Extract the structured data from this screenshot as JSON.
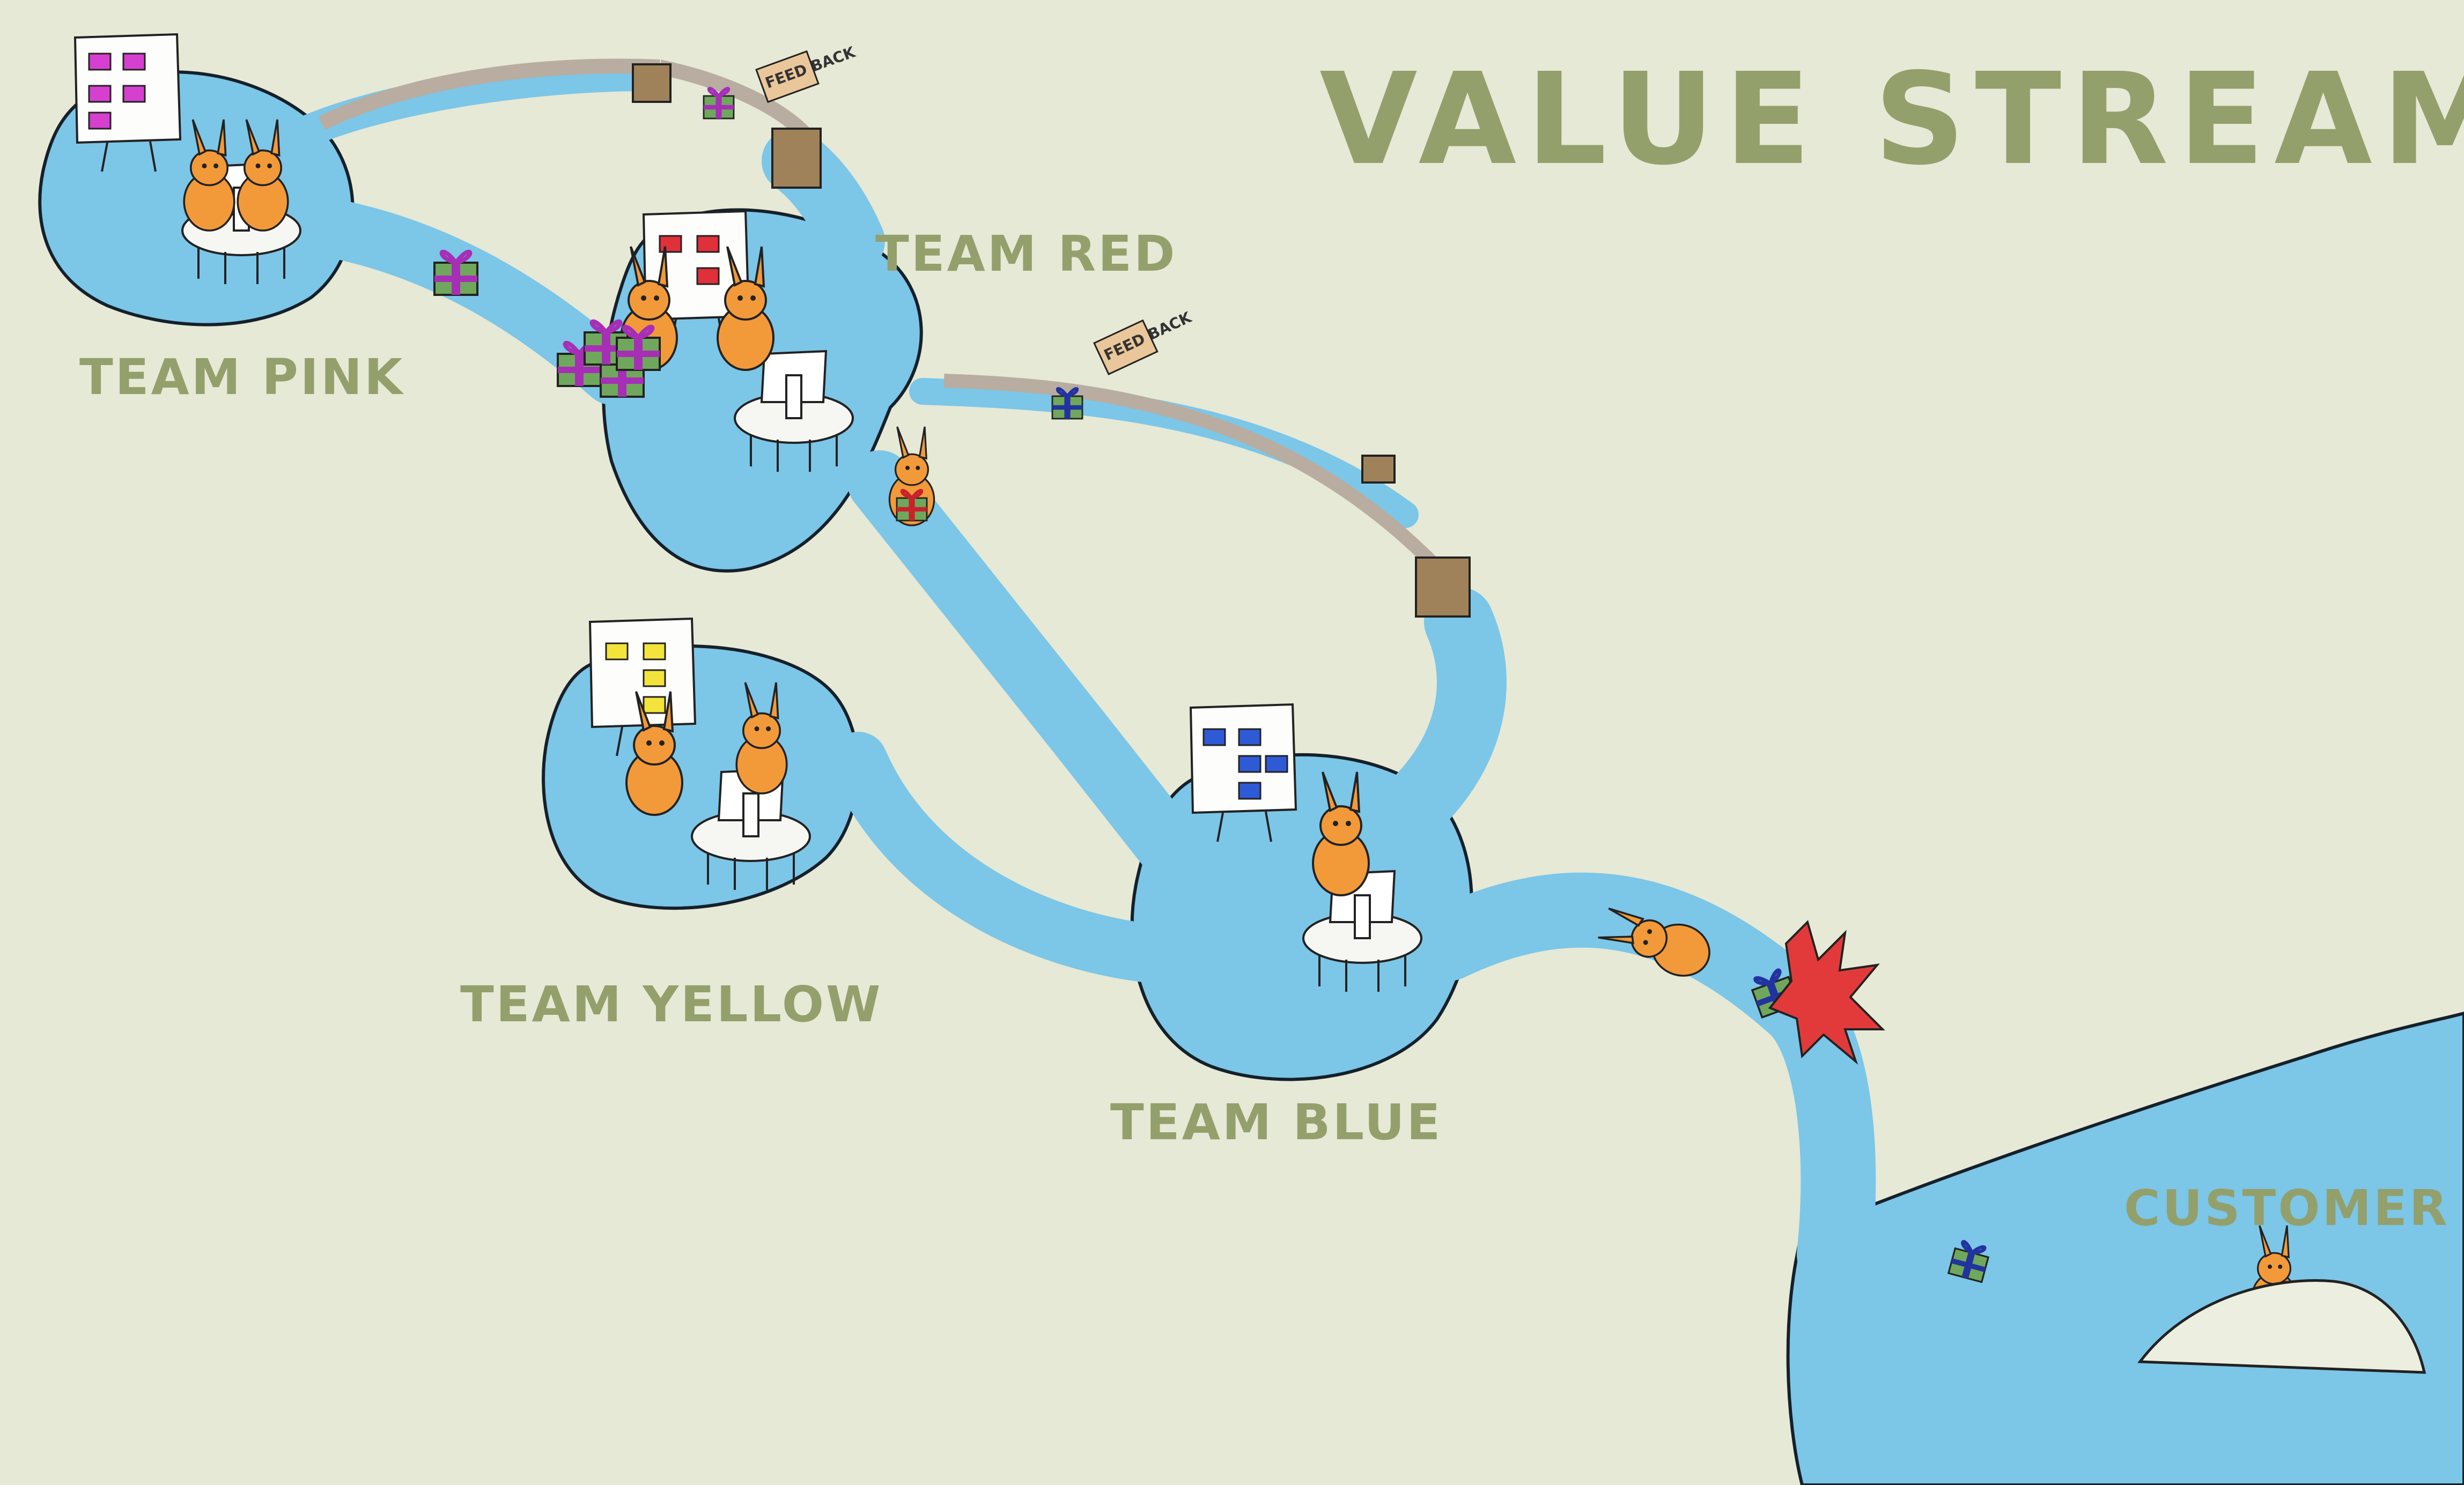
{
  "title": "VALUE STREAM",
  "teams": {
    "pink": {
      "label": "TEAM PINK",
      "color": "#d63fd0"
    },
    "red": {
      "label": "TEAM RED",
      "color": "#e0303a"
    },
    "yellow": {
      "label": "TEAM YELLOW",
      "color": "#f2e43a"
    },
    "blue": {
      "label": "TEAM BLUE",
      "color": "#2f5ad6"
    }
  },
  "customer": {
    "label": "CUSTOMER"
  },
  "feedback_tags": [
    "FEED BACK",
    "FEED BACK"
  ],
  "colors": {
    "background": "#e6e9d5",
    "water": "#7cc6e8",
    "label": "#93a06c",
    "character": "#f29a3a",
    "gift": "#6fa85c"
  }
}
